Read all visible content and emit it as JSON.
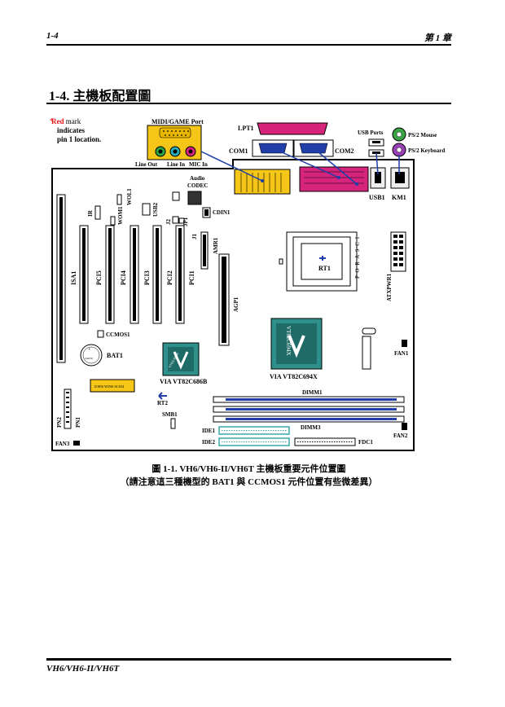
{
  "header": {
    "left": "1-4",
    "right": "第 1 章"
  },
  "section_title": "1-4.  主機板配置圖",
  "diagram": {
    "legend": {
      "red_word": "Red",
      "line1_rest": " mark",
      "line2": "indicates",
      "line3": "pin 1 location."
    },
    "labels": {
      "midi": "MIDI/GAME Port",
      "line_out": "Line Out",
      "line_in": "Line In",
      "mic_in": "MIC In",
      "lpt1": "LPT1",
      "com1": "COM1",
      "com2": "COM2",
      "usb_ports": "USB Ports",
      "ps2_mouse": "PS/2 Mouse",
      "ps2_keyboard": "PS/2 Keyboard",
      "usb1": "USB1",
      "km1": "KM1",
      "audio_codec_1": "Audio",
      "audio_codec_2": "CODEC",
      "cdin1": "CDIN1",
      "wol1": "WOL1",
      "wom1": "WOM1",
      "ir": "IR",
      "usb2": "USB2",
      "j2": "J2",
      "jp1": "JP1",
      "j1": "J1",
      "amr1": "AMR1",
      "agp1": "AGP1",
      "isa1": "ISA1",
      "pci5": "PCI5",
      "pci4": "PCI4",
      "pci3": "PCI3",
      "pci2": "PCI2",
      "pci1": "PCI1",
      "rt1": "RT1",
      "atxpwr1": "ATXPWR1",
      "ccmos1": "CCMOS1",
      "bat1": "BAT1",
      "via_686b": "VIA VT82C686B",
      "via_694x": "VIA VT82C694X",
      "chip_694x_text": "VT82C694X",
      "chip_686b_text": "VT82C686B",
      "fan1": "FAN1",
      "fan2": "FAN2",
      "fan3": "FAN3",
      "dimm1": "DIMM1",
      "dimm3": "DIMM3",
      "rt2": "RT2",
      "smb1": "SMB1",
      "ide1": "IDE1",
      "ide2": "IDE2",
      "fdc1": "FDC1",
      "pn1": "PN1",
      "pn2": "PN2",
      "socket_text": "P O R A S C I",
      "bios_text": "IOI0S WIN6 SCSI4"
    }
  },
  "caption": {
    "line1": "圖 1-1. VH6/VH6-II/VH6T 主機板重要元件位置圖",
    "line2": "（請注意這三種機型的 BAT1 與 CCMOS1 元件位置有些微差異）"
  },
  "footer": "VH6/VH6-II/VH6T",
  "colors": {
    "red": "#e8161b",
    "yellow": "#f5c518",
    "magenta": "#d6247c",
    "cyan": "#2aa9b8",
    "blue": "#1f3ea8",
    "teal": "#38a9a9",
    "purple": "#9a3fb5",
    "green": "#3aa545"
  }
}
